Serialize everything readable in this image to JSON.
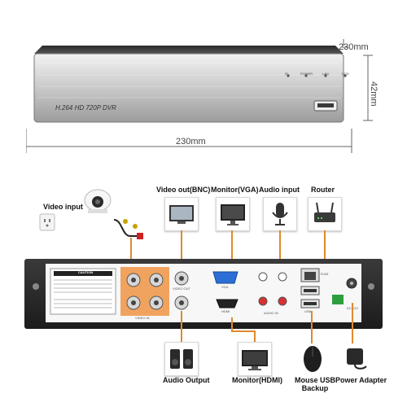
{
  "front": {
    "dimension_width_right": "230mm",
    "dimension_height": "42mm",
    "dimension_width_bottom": "230mm",
    "model_text": "H.264 HD 720P DVR",
    "leds": [
      "IR",
      "POWER",
      "LAN",
      "HDD"
    ]
  },
  "labels": {
    "video_input": "Video input",
    "video_out_bnc": "Video out(BNC)",
    "monitor_vga": "Monitor(VGA)",
    "audio_input": "Audio input",
    "router": "Router",
    "audio_output": "Audio Output",
    "monitor_hdmi": "Monitor(HDMI)",
    "mouse_usb_backup": "Mouse USB\nBackup",
    "power_adapter": "Power Adapter"
  },
  "back_panel": {
    "caution_title": "CAUTION",
    "port_video_in": "VIDEO IN",
    "port_video_out": "VIDEO OUT",
    "port_vga": "VGA",
    "port_hdmi": "HDMI",
    "port_audio": "AUDIO IN",
    "port_lan": "RJ45",
    "port_usb": "USB",
    "port_power": "DC 12V"
  },
  "colors": {
    "accent_line": "#e08a2c",
    "bnc_pad": "#f0a35e"
  }
}
